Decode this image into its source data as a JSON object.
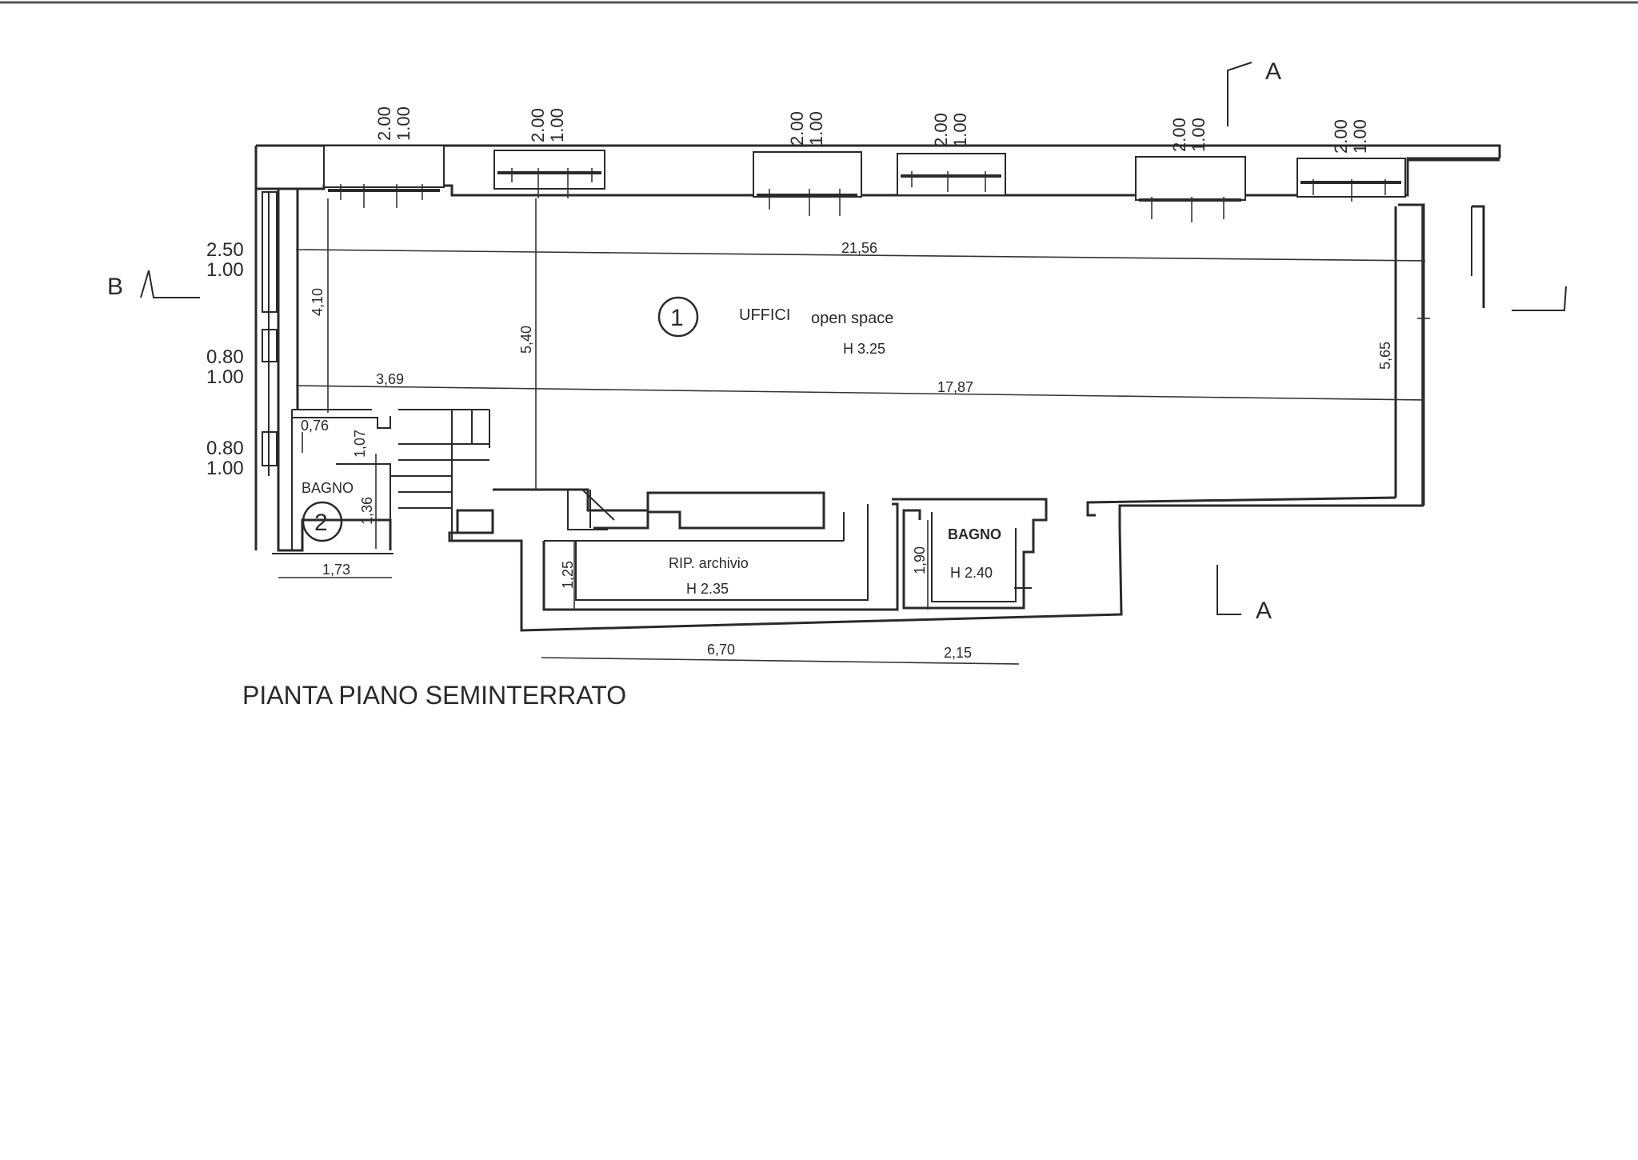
{
  "rooms": {
    "room1": {
      "number": "1",
      "name": "UFFICI",
      "label": "open space",
      "height": "H 3.25"
    },
    "room2": {
      "number": "2",
      "name": "BAGNO"
    },
    "archive": {
      "name": "RIP. archivio",
      "height": "H 2.35"
    },
    "bath": {
      "name": "BAGNO",
      "height": "H 2.40"
    }
  },
  "dimensions": {
    "length_total": "21,56",
    "length_east": "17,87",
    "length_west": "3,69",
    "width_left": "4,10",
    "width_mid": "5,40",
    "width_right": "5,65",
    "bagno2_w": "0,76",
    "bagno2_d1": "1,07",
    "bagno2_d2": "1,36",
    "bagno2_total": "1,73",
    "archive_depth": "1,25",
    "archive_len": "6,70",
    "bath_len": "2,15",
    "bath_depth": "1,90"
  },
  "windows_top": [
    {
      "a": "2.00",
      "b": "1.00"
    },
    {
      "a": "2.00",
      "b": "1.00"
    },
    {
      "a": "2.00",
      "b": "1.00"
    },
    {
      "a": "2.00",
      "b": "1.00"
    },
    {
      "a": "2.00",
      "b": "1.00"
    },
    {
      "a": "2.00",
      "b": "1.00"
    }
  ],
  "windows_left": [
    {
      "a": "2.50",
      "b": "1.00"
    },
    {
      "a": "0.80",
      "b": "1.00"
    },
    {
      "a": "0.80",
      "b": "1.00"
    }
  ],
  "sections": {
    "a_top": "A",
    "a_bottom": "A",
    "b": "B"
  },
  "title": "PIANTA PIANO SEMINTERRATO"
}
